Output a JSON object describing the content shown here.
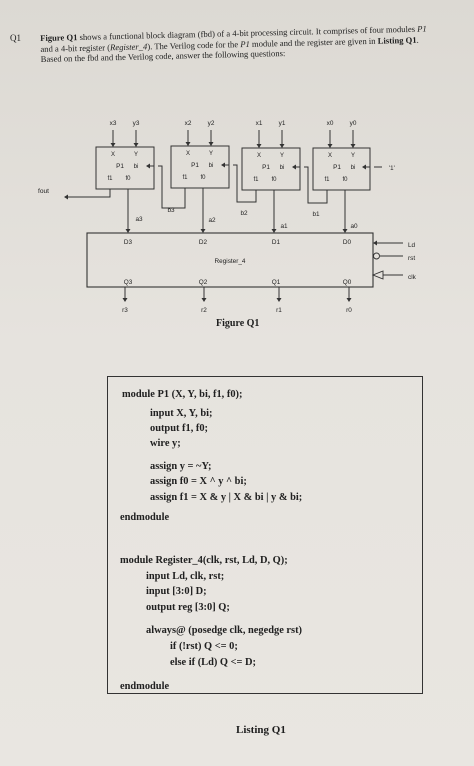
{
  "question": {
    "number": "Q1",
    "intro_parts": [
      {
        "t": "Figure Q1",
        "b": true
      },
      {
        "t": " shows a functional block diagram (fbd) of a 4-bit processing circuit. It comprises of four modules ",
        "b": false
      },
      {
        "t": "P1",
        "i": true
      },
      {
        "t": " and a 4-bit register (",
        "b": false
      },
      {
        "t": "Register_4",
        "i": true
      },
      {
        "t": "). The Verilog code for the ",
        "b": false
      },
      {
        "t": "P1",
        "i": true
      },
      {
        "t": " module and the register are given in ",
        "b": false
      },
      {
        "t": "Listing Q1",
        "b": true
      },
      {
        "t": ". Based on the fbd and the Verilog code, answer the following questions:",
        "b": false
      }
    ]
  },
  "figure": {
    "caption": "Figure Q1",
    "modules": [
      {
        "x_in": "x3",
        "y_in": "y3",
        "port_x": "X",
        "port_y": "Y",
        "name": "P1",
        "bi": "bi",
        "f1": "f1",
        "f0": "f0"
      },
      {
        "x_in": "x2",
        "y_in": "y2",
        "port_x": "X",
        "port_y": "Y",
        "name": "P1",
        "bi": "bi",
        "f1": "f1",
        "f0": "f0"
      },
      {
        "x_in": "x1",
        "y_in": "y1",
        "port_x": "X",
        "port_y": "Y",
        "name": "P1",
        "bi": "bi",
        "f1": "f1",
        "f0": "f0"
      },
      {
        "x_in": "x0",
        "y_in": "y0",
        "port_x": "X",
        "port_y": "Y",
        "name": "P1",
        "bi": "bi",
        "f1": "f1",
        "f0": "f0"
      }
    ],
    "const_in": "'1'",
    "fout": "fout",
    "b_labels": [
      "b3",
      "b2",
      "b1"
    ],
    "a_labels": [
      "a3",
      "a2",
      "a1",
      "a0"
    ],
    "register": {
      "name": "Register_4",
      "d_ports": [
        "D3",
        "D2",
        "D1",
        "D0"
      ],
      "q_ports": [
        "Q3",
        "Q2",
        "Q1",
        "Q0"
      ],
      "ld": "Ld",
      "rst": "rst",
      "clk": "clk"
    },
    "outputs": [
      "r3",
      "r2",
      "r1",
      "r0"
    ]
  },
  "listing": {
    "caption": "Listing Q1",
    "lines": [
      "module P1 (X, Y, bi, f1, f0);",
      "input X, Y, bi;",
      "output f1, f0;",
      "wire y;",
      "assign y = ~Y;",
      "assign f0 = X ^ y ^ bi;",
      "assign f1 = X & y | X & bi | y & bi;",
      "endmodule",
      "module Register_4(clk, rst, Ld, D, Q);",
      "input Ld, clk, rst;",
      "input [3:0] D;",
      "output reg [3:0] Q;",
      "always@ (posedge clk, negedge rst)",
      "if (!rst) Q <= 0;",
      "else if (Ld) Q <= D;",
      "endmodule"
    ]
  }
}
